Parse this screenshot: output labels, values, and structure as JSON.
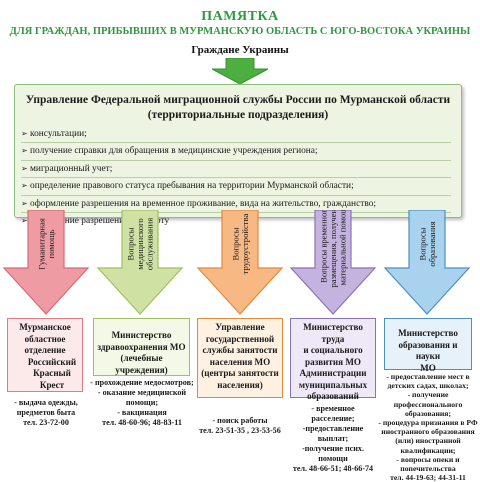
{
  "header": {
    "title": "ПАМЯТКА",
    "subtitle": "ДЛЯ ГРАЖДАН, ПРИБЫВШИХ В МУРМАНСКУЮ ОБЛАСТЬ С ЮГО-ВОСТОКА УКРАИНЫ",
    "citizens": "Граждане Украины"
  },
  "main": {
    "title_line1": "Управление Федеральной миграционной службы России по Мурманской области",
    "title_line2": "(территориальные подразделения)",
    "services": [
      "консультации;",
      "получение справки для обращения в медицинские учреждения региона;",
      "миграционный учет;",
      "определение правового статуса пребывания на территории Мурманской области;",
      "оформление разрешения на временное проживание, вида на жительство, гражданство;",
      "оформление разрешения на работу"
    ]
  },
  "arrows": [
    {
      "label_lines": [
        "Гуманитарная",
        "помощь"
      ],
      "fill": "#ef9ba3",
      "stroke": "#d86a76"
    },
    {
      "label_lines": [
        "Вопросы",
        "медицинского",
        "обслуживания"
      ],
      "fill": "#cfe2a4",
      "stroke": "#9fbf60"
    },
    {
      "label_lines": [
        "Вопросы",
        "трудоустройства"
      ],
      "fill": "#f8b884",
      "stroke": "#e08a3a"
    },
    {
      "label_lines": [
        "Вопросы временного",
        "размещения, получение",
        "материальной помощи"
      ],
      "fill": "#c4b3de",
      "stroke": "#8b72b5"
    },
    {
      "label_lines": [
        "Вопросы",
        "образования"
      ],
      "fill": "#a9d2ef",
      "stroke": "#4a90c0"
    }
  ],
  "ministries": [
    {
      "lines": [
        "Мурманское",
        "областное",
        "отделение",
        "Российский",
        "Красный Крест"
      ],
      "details": [
        "- выдача одежды,",
        "предметов быта",
        "тел. 23-72-00"
      ]
    },
    {
      "lines": [
        "Министерство",
        "здравоохранения МО",
        "(лечебные учреждения)"
      ],
      "details": [
        "- прохождение медосмотров;",
        "- оказание медицинской",
        "помощи;",
        "- вакцинация",
        "тел. 48-60-96; 48-83-11"
      ]
    },
    {
      "lines": [
        "Управление",
        "государственной",
        "службы занятости",
        "населения МО",
        "(центры занятости",
        "населения)"
      ],
      "details": [
        "- поиск работы",
        "тел. 23-51-35 , 23-53-56"
      ]
    },
    {
      "lines": [
        "Министерство труда",
        "и социального",
        "развития МО",
        "Администрации",
        "муниципальных",
        "образований"
      ],
      "details": [
        "- временное",
        "расселение;",
        "-предоставление",
        "выплат;",
        "-получение псих.",
        "помощи",
        "тел. 48-66-51; 48-66-74"
      ]
    },
    {
      "lines": [
        "Министерство",
        "образования и науки",
        "МО"
      ],
      "details": [
        "- предоставление мест в",
        "детских садах, школах;",
        "- получение",
        "профессионального",
        "образования;",
        "- процедура признания в РФ",
        "иностранного образования",
        "(или) иностранной",
        "квалификации;",
        "- вопросы опеки и",
        "попечительства",
        "тел. 44-19-63; 44-31-11"
      ]
    }
  ]
}
